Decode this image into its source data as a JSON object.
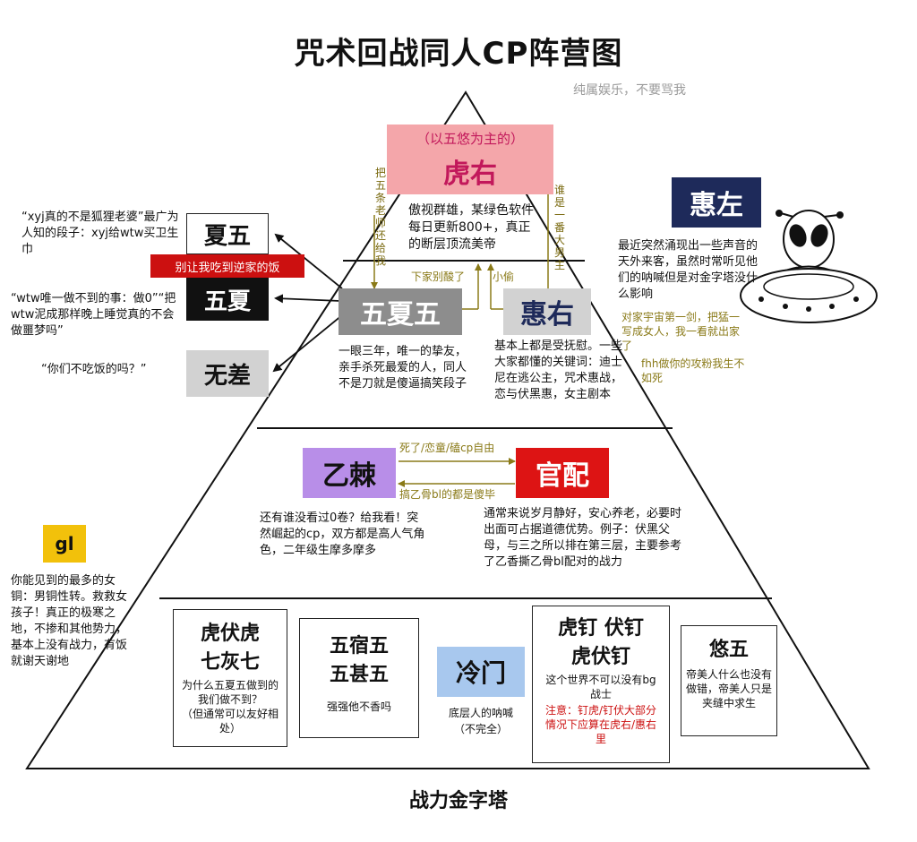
{
  "title": "咒术回战同人CP阵营图",
  "subtitle": "纯属娱乐，不要骂我",
  "footer": "战力金字塔",
  "tier1": {
    "header_sub": "（以五悠为主的）",
    "header_main": "虎右",
    "desc": "傲视群雄，某绿色软件每日更新800+，真正的断层顶流美帝",
    "left_vertical": "把五条老师还给我",
    "right_vertical": "谁是一番大男主"
  },
  "tier2": {
    "wxw": {
      "label": "五夏五",
      "desc": "一眼三年，唯一的挚友，亲手杀死最爱的人，同人不是刀就是傻逼搞笑段子"
    },
    "hy": {
      "label": "惠右",
      "desc": "基本上都是受抚慰。一些大家都懂的关键词：迪士尼在逃公主，咒术惠战，恋与伏黑惠，女主剧本"
    },
    "arrow_left": "下家别酸了",
    "arrow_right": "小偷",
    "side": {
      "xiawu": "夏五",
      "wuxia": "五夏",
      "wucha": "无差",
      "banner": "别让我吃到逆家的饭",
      "xiawu_quote": "“xyj真的不是狐狸老婆”最广为人知的段子：xyj给wtw买卫生巾",
      "wuxia_quote": "“wtw唯一做不到的事：做0”“把wtw泥成那样晚上睡觉真的不会做噩梦吗”",
      "wucha_quote": "“你们不吃饭的吗？”"
    }
  },
  "huizuo": {
    "label": "惠左",
    "desc": "最近突然涌现出一些声音的天外来客，虽然时常听见他们的呐喊但是对金字塔没什么影响",
    "olive": "对家宇宙第一剑，把猛一写成女人，我一看就出家了",
    "olive2": "fhh做你的攻粉我生不如死"
  },
  "tier3": {
    "yiji": {
      "label": "乙棘",
      "desc": "还有谁没看过0卷？给我看！突然崛起的cp，双方都是高人气角色，二年级生摩多摩多"
    },
    "guanpei": {
      "label": "官配",
      "desc": "通常来说岁月静好，安心养老，必要时出面可占据道德优势。例子：伏黑父母，与三之所以排在第三层，主要参考了乙香撕乙骨bl配对的战力"
    },
    "arrow_top": "死了/恋童/磕cp自由",
    "arrow_bottom": "搞乙骨bl的都是傻毕"
  },
  "gl": {
    "label": "gl",
    "desc": "你能见到的最多的女铜：男铜性转。救救女孩子！真正的极寒之地，不掺和其他势力，基本上没有战力，有饭就谢天谢地"
  },
  "tier4": {
    "b1": {
      "title1": "虎伏虎",
      "title2": "七灰七",
      "desc": "为什么五夏五做到的我们做不到？",
      "desc2": "（但通常可以友好相处）"
    },
    "b2": {
      "title1": "五宿五",
      "title2": "五甚五",
      "desc": "强强他不香吗"
    },
    "b3": {
      "label": "冷门",
      "desc": "底层人的呐喊",
      "desc2": "（不完全）"
    },
    "b4": {
      "title1": "虎钉 伏钉",
      "title2": "虎伏钉",
      "desc": "这个世界不可以没有bg战士",
      "note": "注意：钉虎/钉伏大部分情况下应算在虎右/惠右里"
    },
    "b5": {
      "title": "悠五",
      "desc": "帝美人什么也没有做错，帝美人只是夹缝中求生"
    }
  },
  "colors": {
    "pink": "#f4a6aa",
    "pink_text": "#c2185b",
    "gray": "#8d8d8d",
    "light_gray": "#d2d2d2",
    "black": "#111111",
    "navy": "#1e2a5a",
    "purple": "#b88ee8",
    "red": "#dd1414",
    "yellow": "#f2c10b",
    "blue_light": "#a8c8ee",
    "banner_red": "#cc1010",
    "olive": "#8a7a18"
  }
}
